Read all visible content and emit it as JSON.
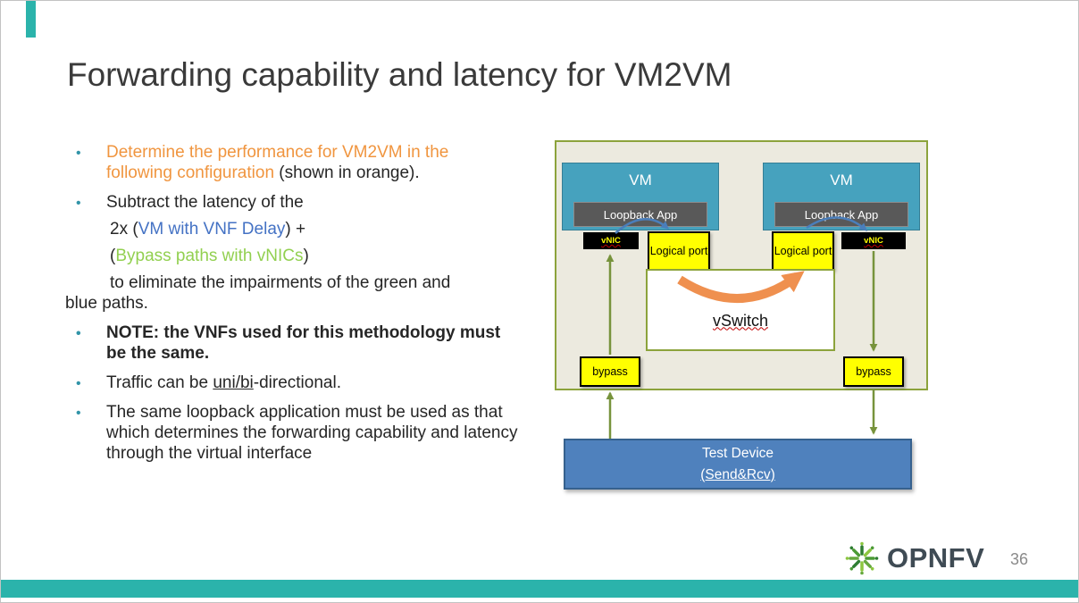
{
  "slide": {
    "title": "Forwarding capability and latency for VM2VM",
    "page_number": "36"
  },
  "footer": {
    "logo_text": "OPNFV"
  },
  "bullets": {
    "b1": {
      "orange": "Determine the performance for VM2VM in the following configuration",
      "rest": " (shown in orange)."
    },
    "b2": {
      "l1": "Subtract the latency of the",
      "l2_pre": "2x (",
      "l2_blue": "VM with VNF Delay",
      "l2_post": ") +",
      "l3_pre": "(",
      "l3_green": "Bypass paths with vNICs",
      "l3_post": ")",
      "l4": "to eliminate the impairments of the green and",
      "l5": "blue paths."
    },
    "b3": "NOTE: the VNFs used for this methodology must be the same.",
    "b4": {
      "pre": "Traffic can be ",
      "underlined": "uni/bi",
      "post": "-directional."
    },
    "b5": "The same loopback application must be used as that which determines the forwarding capability and latency through the virtual interface"
  },
  "diagram": {
    "vm_label": "VM",
    "loopback_label": "Loopback App",
    "vnic_label": "vNIC",
    "logical_port": "Logical port",
    "vswitch_label": "vSwitch",
    "bypass_label": "bypass",
    "test_device_line1": "Test Device",
    "test_device_line2": "(Send&Rcv)"
  },
  "colors": {
    "accent_teal": "#2BB3AB",
    "orange_text": "#F0953F",
    "blue_text": "#4472C4",
    "green_text": "#92D050",
    "vm_fill": "#46A2BE",
    "loopback_fill": "#595959",
    "highlight_yellow": "#FFFF00",
    "olive_green": "#77933C",
    "test_device_blue": "#4F81BD",
    "diagram_bg": "#ECEADF"
  }
}
